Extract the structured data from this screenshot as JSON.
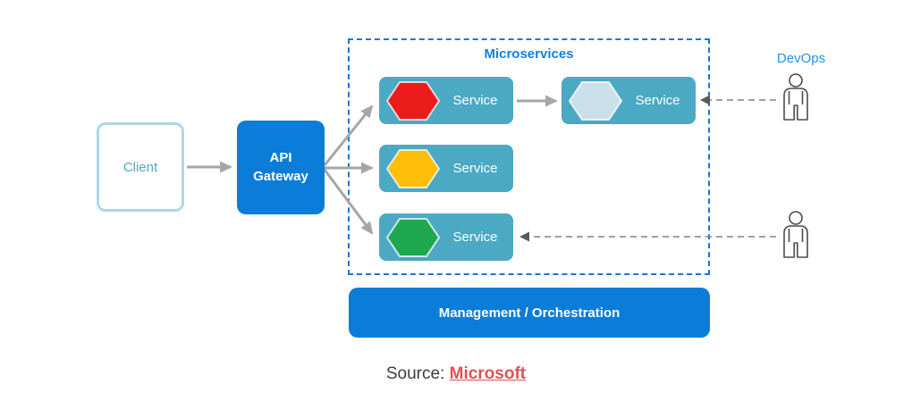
{
  "diagram": {
    "client": {
      "label": "Client"
    },
    "gateway": {
      "label": "API Gateway"
    },
    "microservices": {
      "title": "Microservices",
      "services": [
        {
          "label": "Service",
          "hexagon": "red-hexagon",
          "hex_color": "#ed1c1c"
        },
        {
          "label": "Service",
          "hexagon": "light-blue-hexagon",
          "hex_color": "#c9e0eb"
        },
        {
          "label": "Service",
          "hexagon": "amber-hexagon",
          "hex_color": "#ffbe0a"
        },
        {
          "label": "Service",
          "hexagon": "green-hexagon",
          "hex_color": "#1fa750"
        }
      ]
    },
    "devops": {
      "label": "DevOps"
    },
    "management": {
      "label": "Management / Orchestration"
    },
    "source": {
      "prefix": "Source: ",
      "link": "Microsoft"
    },
    "colors": {
      "primary_blue": "#0b7cd8",
      "service_teal": "#4ba9c3",
      "dashed_border_blue": "#1877d2",
      "microservices_title_blue": "#1580db",
      "devops_label_blue": "#2490ea",
      "client_border_blue": "#abd9e6",
      "client_text_teal": "#4fa8c6",
      "solid_arrow_gray": "#a6a6a6",
      "dashed_arrow_gray": "#808080",
      "source_link_red": "#e05252"
    }
  }
}
